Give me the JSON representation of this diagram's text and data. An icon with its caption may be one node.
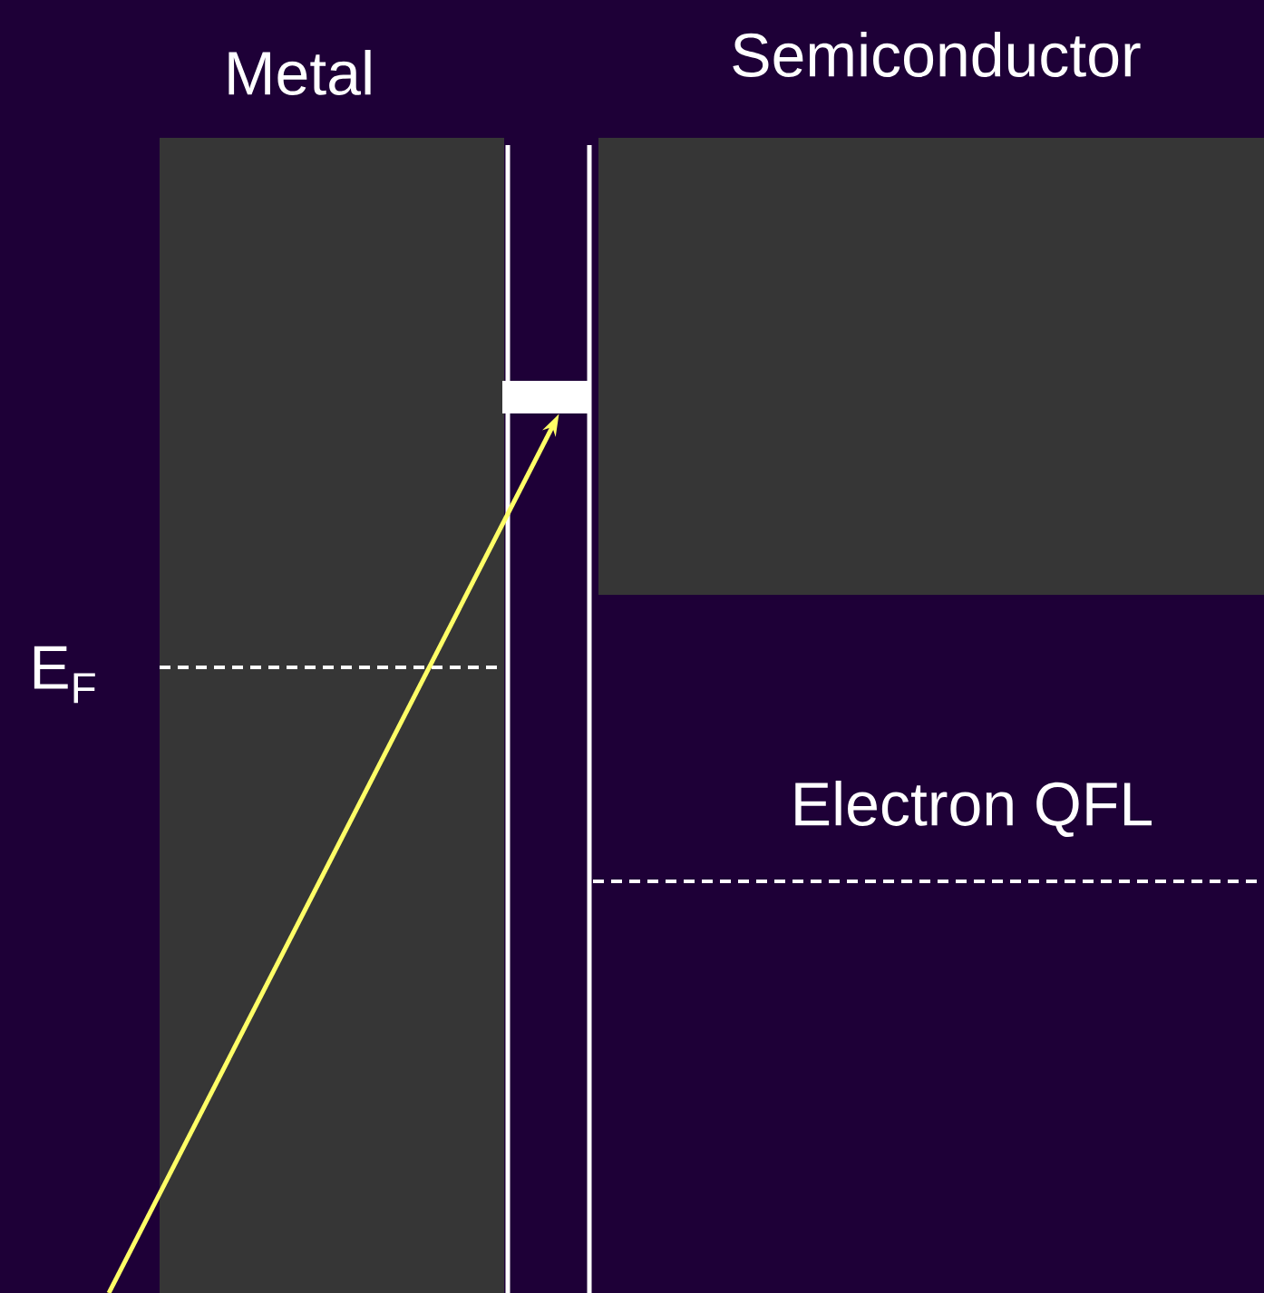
{
  "diagram": {
    "nodes": [
      {
        "text": [
          "Metal"
        ]
      },
      {
        "text": [
          "Semiconductor"
        ]
      },
      {
        "text": [],
        "shape": "bar"
      }
    ],
    "edges": [
      {
        "from": null,
        "to": 2,
        "arrow": "to",
        "color": "#ffff66"
      }
    ],
    "labels": [
      "E$_{F}$",
      "Electron QFL"
    ]
  }
}
